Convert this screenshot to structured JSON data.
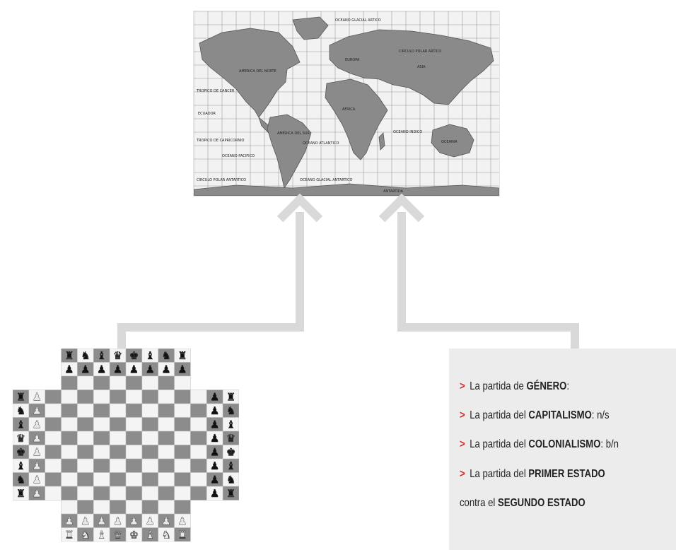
{
  "map": {
    "labels": [
      "OCEANO GLACIAL ARTICO",
      "CIRCULO POLAR ARTICO",
      "AMERICA DEL NORTE",
      "EUROPA",
      "ASIA",
      "TROPICO DE CANCER",
      "ECUADOR",
      "AFRICA",
      "OCEANO INDICO",
      "AMERICA DEL SUR",
      "TROPICO DE CAPRICORNIO",
      "OCEANO ATLANTICO",
      "OCEANO PACIFICO",
      "OCEANIA",
      "CIRCULO POLAR ANTARTICO",
      "OCEANO GLACIAL ANTARTICO",
      "ANTARTIDA"
    ]
  },
  "panel": {
    "items": [
      {
        "prefix": "La partida de ",
        "bold": "GÉNERO",
        "suffix": ":"
      },
      {
        "prefix": "La partida del ",
        "bold": "CAPITALISMO",
        "suffix": ": n/s"
      },
      {
        "prefix": "La partida del ",
        "bold": "COLONIALISMO",
        "suffix": ": b/n"
      },
      {
        "prefix": "La partida del ",
        "bold": "PRIMER ESTADO",
        "suffix": ""
      }
    ],
    "continuation": {
      "prefix": "contra el ",
      "bold": "SEGUNDO ESTADO"
    },
    "bullet": ">"
  },
  "colors": {
    "connector": "#d9d9d9",
    "panel_bg": "#ececec",
    "bullet": "#d42a2a",
    "land": "#8a8a8a",
    "board_dark": "#8c8c8c",
    "board_light": "#f4f4f4"
  }
}
